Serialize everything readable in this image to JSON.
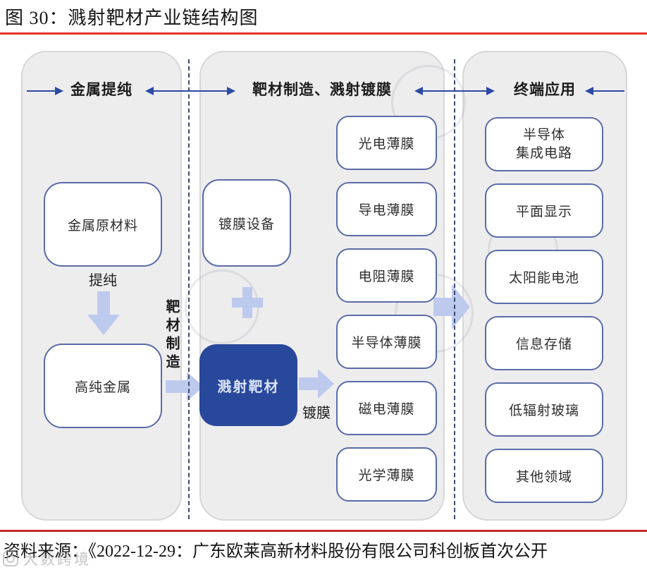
{
  "title": "图 30：溅射靶材产业链结构图",
  "source_text": "资料来源：《2022-12-29：广东欧莱高新材料股份有限公司科创板首次公开",
  "watermark_text": "大数跨境",
  "colors": {
    "accent_red": "#e8322a",
    "dark_node_bg": "#28489c",
    "arrow_blue": "#2a4aa4",
    "block_arrow_blue": "#bdcaee",
    "node_border": "#5a6ba6",
    "panel_bg": "#ededee"
  },
  "left_panel": {
    "header": "金属提纯",
    "raw_material": "金属原材料",
    "purify_label": "提纯",
    "pure_metal": "高纯金属"
  },
  "between_label": "靶材制造",
  "middle_panel": {
    "header": "靶材制造、溅射镀膜",
    "equipment": "镀膜设备",
    "target": "溅射靶材",
    "coating_label": "镀膜",
    "films": [
      "光电薄膜",
      "导电薄膜",
      "电阻薄膜",
      "半导体薄膜",
      "磁电薄膜",
      "光学薄膜"
    ]
  },
  "right_panel": {
    "header": "终端应用",
    "applications": [
      "半导体\n集成电路",
      "平面显示",
      "太阳能电池",
      "信息存储",
      "低辐射玻璃",
      "其他领域"
    ]
  }
}
